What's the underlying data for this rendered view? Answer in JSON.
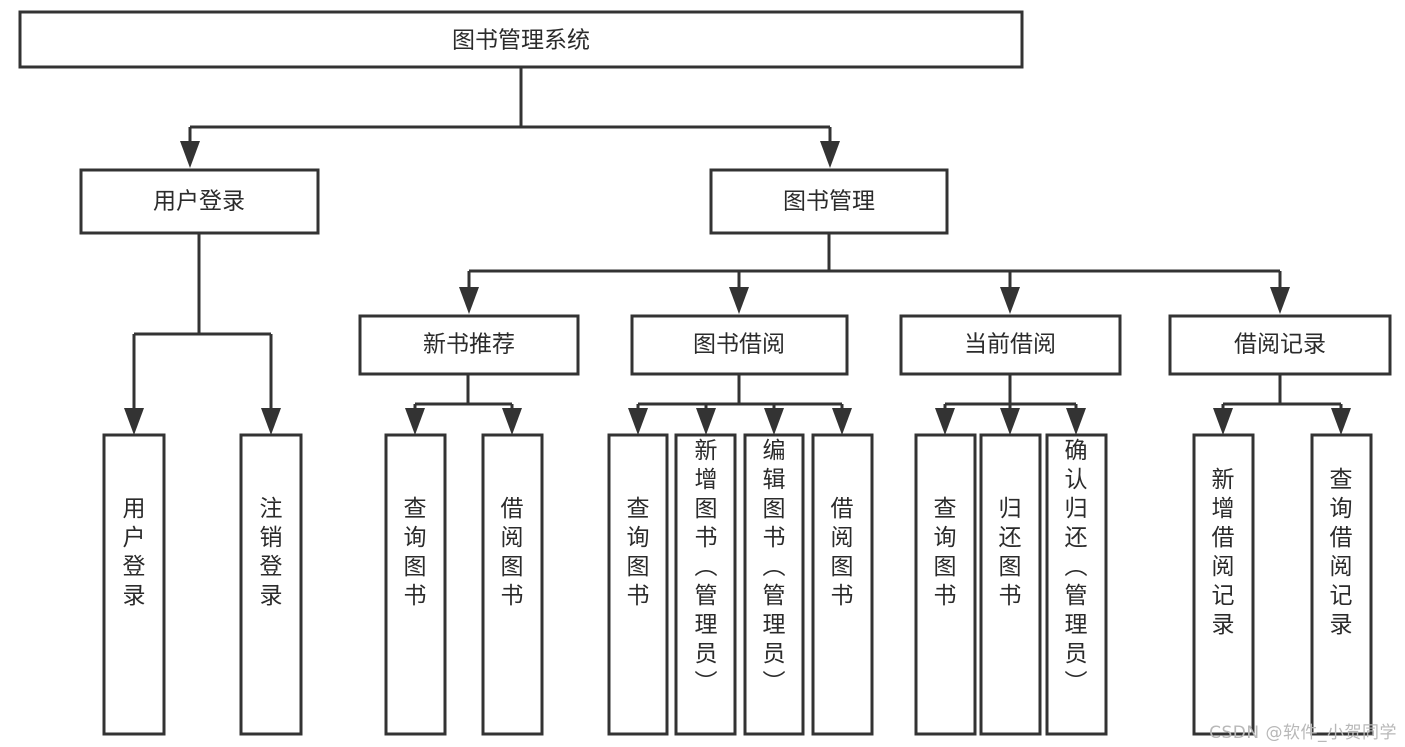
{
  "diagram": {
    "type": "tree-hierarchy-chart",
    "title": "图书管理系统",
    "orientation": "top-down",
    "box_fill": "#ffffff",
    "box_stroke": "#333333",
    "text_color": "#2b2b2b",
    "background": "#ffffff",
    "levels": [
      {
        "level": 0,
        "nodes": [
          {
            "id": "root",
            "label": "图书管理系统",
            "orientation": "horizontal"
          }
        ]
      },
      {
        "level": 1,
        "nodes": [
          {
            "id": "user-login",
            "label": "用户登录",
            "orientation": "horizontal",
            "parent": "root"
          },
          {
            "id": "book-manage",
            "label": "图书管理",
            "orientation": "horizontal",
            "parent": "root"
          }
        ]
      },
      {
        "level": 2,
        "nodes": [
          {
            "id": "new-book-rec",
            "label": "新书推荐",
            "orientation": "horizontal",
            "parent": "book-manage"
          },
          {
            "id": "book-borrow",
            "label": "图书借阅",
            "orientation": "horizontal",
            "parent": "book-manage"
          },
          {
            "id": "current-borrow",
            "label": "当前借阅",
            "orientation": "horizontal",
            "parent": "book-manage"
          },
          {
            "id": "borrow-record",
            "label": "借阅记录",
            "orientation": "horizontal",
            "parent": "book-manage"
          }
        ]
      },
      {
        "level": 3,
        "nodes": [
          {
            "id": "leaf-user-login",
            "label": "用户登录",
            "orientation": "vertical",
            "parent": "user-login"
          },
          {
            "id": "leaf-logout",
            "label": "注销登录",
            "orientation": "vertical",
            "parent": "user-login"
          },
          {
            "id": "leaf-query-book-1",
            "label": "查询图书",
            "orientation": "vertical",
            "parent": "new-book-rec"
          },
          {
            "id": "leaf-borrow-book-1",
            "label": "借阅图书",
            "orientation": "vertical",
            "parent": "new-book-rec"
          },
          {
            "id": "leaf-query-book-2",
            "label": "查询图书",
            "orientation": "vertical",
            "parent": "book-borrow"
          },
          {
            "id": "leaf-add-book",
            "label": "新增图书（管理员）",
            "orientation": "vertical",
            "parent": "book-borrow"
          },
          {
            "id": "leaf-edit-book",
            "label": "编辑图书（管理员）",
            "orientation": "vertical",
            "parent": "book-borrow"
          },
          {
            "id": "leaf-borrow-book-2",
            "label": "借阅图书",
            "orientation": "vertical",
            "parent": "book-borrow"
          },
          {
            "id": "leaf-query-book-3",
            "label": "查询图书",
            "orientation": "vertical",
            "parent": "current-borrow"
          },
          {
            "id": "leaf-return-book",
            "label": "归还图书",
            "orientation": "vertical",
            "parent": "current-borrow"
          },
          {
            "id": "leaf-confirm-return",
            "label": "确认归还（管理员）",
            "orientation": "vertical",
            "parent": "current-borrow"
          },
          {
            "id": "leaf-add-record",
            "label": "新增借阅记录",
            "orientation": "vertical",
            "parent": "borrow-record"
          },
          {
            "id": "leaf-query-record",
            "label": "查询借阅记录",
            "orientation": "vertical",
            "parent": "borrow-record"
          }
        ]
      }
    ]
  },
  "watermark": {
    "text": "CSDN @软件_小贺同学",
    "color": "#b8b8b8"
  }
}
